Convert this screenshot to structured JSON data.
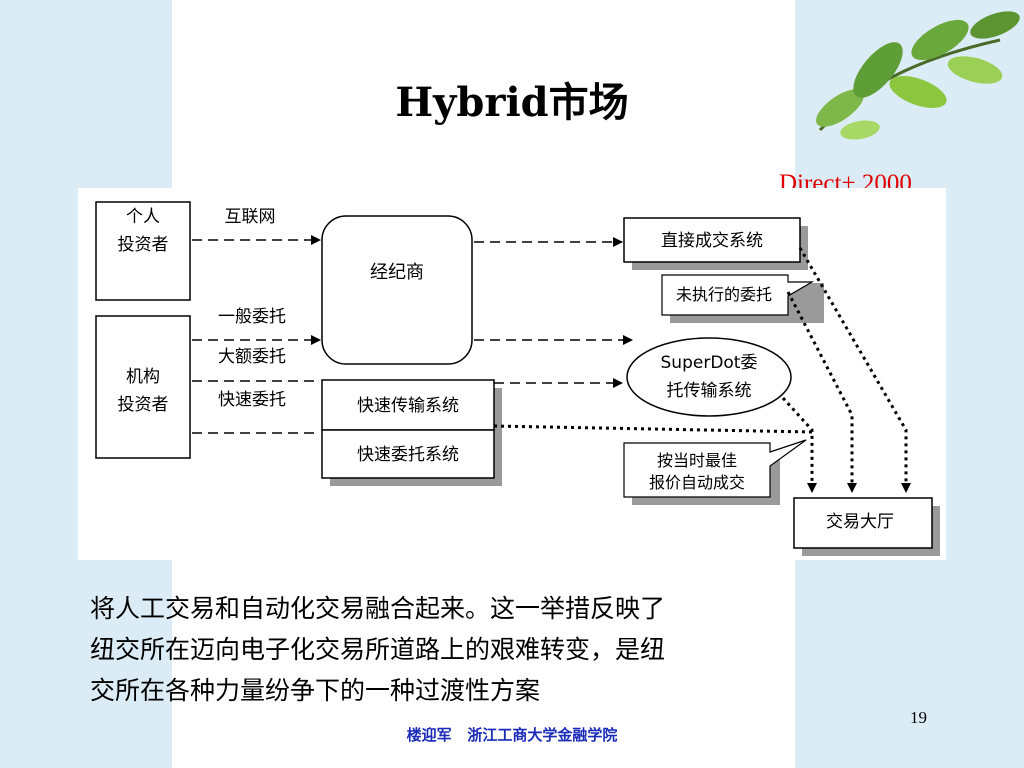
{
  "slide": {
    "title_en": "Hybrid",
    "title_cn": "市场",
    "top_right_label": "Direct+,2000",
    "page_number": "19",
    "footer_author": "楼迎军",
    "footer_school": "浙江工商大学金融学院",
    "body_lines": [
      "将人工交易和自动化交易融合起来。这一举措反映了",
      "纽交所在迈向电子化交易所道路上的艰难转变，是纽",
      "交所在各种力量纷争下的一种过渡性方案"
    ]
  },
  "diagram": {
    "individual_investor": [
      "个人",
      "投资者"
    ],
    "institutional_investor": [
      "机构",
      "投资者"
    ],
    "broker": "经纪商",
    "internet_label": "互联网",
    "general_order_label": "一般委托",
    "large_order_label": "大额委托",
    "fast_order_label": "快速委托",
    "fast_transmission": "快速传输系统",
    "fast_order_system": "快速委托系统",
    "direct_execution": "直接成交系统",
    "unexecuted_orders": "未执行的委托",
    "superdot": [
      "SuperDot委",
      "托传输系统"
    ],
    "best_price": [
      "按当时最佳",
      "报价自动成交"
    ],
    "trading_floor": "交易大厅"
  },
  "colors": {
    "stripe": "#dcecf6",
    "title_red": "#e00000",
    "footer_blue": "#1a2bb8"
  }
}
